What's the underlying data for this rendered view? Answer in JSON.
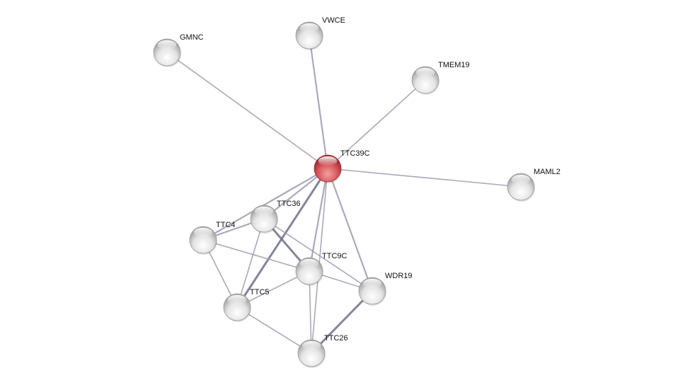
{
  "colors": {
    "query_node": "#d9595e",
    "node": "#e6e6e6",
    "edge": "#9a9ab0",
    "edge_strong": "#6e6e88"
  },
  "nodes": [
    {
      "id": "GMNC",
      "label": "GMNC"
    },
    {
      "id": "VWCE",
      "label": "VWCE"
    },
    {
      "id": "TMEM19",
      "label": "TMEM19"
    },
    {
      "id": "TTC39C",
      "label": "TTC39C",
      "query": true
    },
    {
      "id": "MAML2",
      "label": "MAML2"
    },
    {
      "id": "TTC36",
      "label": "TTC36"
    },
    {
      "id": "TTC4",
      "label": "TTC4"
    },
    {
      "id": "TTC9C",
      "label": "TTC9C"
    },
    {
      "id": "WDR19",
      "label": "WDR19"
    },
    {
      "id": "TTC5",
      "label": "TTC5"
    },
    {
      "id": "TTC26",
      "label": "TTC26"
    }
  ],
  "edges": [
    {
      "source": "TTC39C",
      "target": "GMNC",
      "strength": 1
    },
    {
      "source": "TTC39C",
      "target": "VWCE",
      "strength": 2
    },
    {
      "source": "TTC39C",
      "target": "TMEM19",
      "strength": 1
    },
    {
      "source": "TTC39C",
      "target": "MAML2",
      "strength": 1
    },
    {
      "source": "TTC39C",
      "target": "TTC36",
      "strength": 2
    },
    {
      "source": "TTC39C",
      "target": "TTC4",
      "strength": 2
    },
    {
      "source": "TTC39C",
      "target": "TTC5",
      "strength": 3
    },
    {
      "source": "TTC39C",
      "target": "TTC9C",
      "strength": 2
    },
    {
      "source": "TTC39C",
      "target": "TTC26",
      "strength": 1
    },
    {
      "source": "TTC39C",
      "target": "WDR19",
      "strength": 2
    },
    {
      "source": "TTC4",
      "target": "TTC36",
      "strength": 2
    },
    {
      "source": "TTC4",
      "target": "TTC9C",
      "strength": 1
    },
    {
      "source": "TTC4",
      "target": "TTC5",
      "strength": 1
    },
    {
      "source": "TTC36",
      "target": "TTC9C",
      "strength": 3
    },
    {
      "source": "TTC36",
      "target": "WDR19",
      "strength": 1
    },
    {
      "source": "TTC36",
      "target": "TTC5",
      "strength": 1
    },
    {
      "source": "TTC9C",
      "target": "TTC5",
      "strength": 1
    },
    {
      "source": "TTC9C",
      "target": "WDR19",
      "strength": 1
    },
    {
      "source": "TTC9C",
      "target": "TTC26",
      "strength": 1
    },
    {
      "source": "TTC5",
      "target": "TTC26",
      "strength": 1
    },
    {
      "source": "WDR19",
      "target": "TTC26",
      "strength": 3
    }
  ]
}
